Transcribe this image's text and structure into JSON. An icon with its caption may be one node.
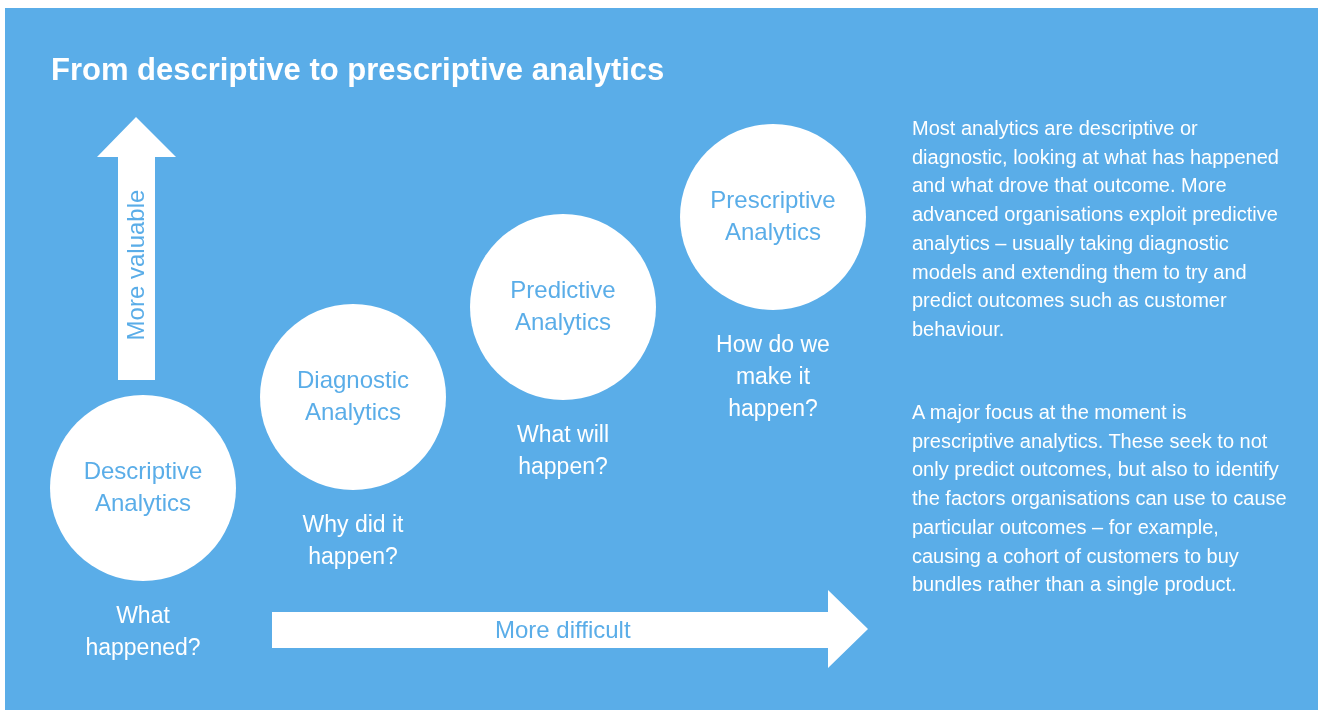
{
  "diagram": {
    "title": "From descriptive to prescriptive analytics",
    "nodes": [
      {
        "text": [
          "Descriptive Analytics"
        ],
        "beside": [
          "What happened?"
        ]
      },
      {
        "text": [
          "Diagnostic Analytics"
        ],
        "beside": [
          "Why did it happen?"
        ]
      },
      {
        "text": [
          "Predictive Analytics"
        ],
        "beside": [
          "What will happen?"
        ]
      },
      {
        "text": [
          "Prescriptive Analytics"
        ],
        "beside": [
          "How do we make it happen?"
        ]
      }
    ],
    "edges": [],
    "labels": [
      "More valuable",
      "More difficult",
      "Most analytics are descriptive or diagnostic, looking at what has happened and what drove that outcome. More advanced organisations exploit predictive analytics – usually taking diagnostic models and extending them to try and predict outcomes such as customer behaviour.",
      "A major focus at the moment is prescriptive analytics. These seek to not only predict outcomes, but also to identify the factors organisations can use to cause particular outcomes – for example, causing a cohort of customers to buy bundles rather than a single product."
    ]
  }
}
